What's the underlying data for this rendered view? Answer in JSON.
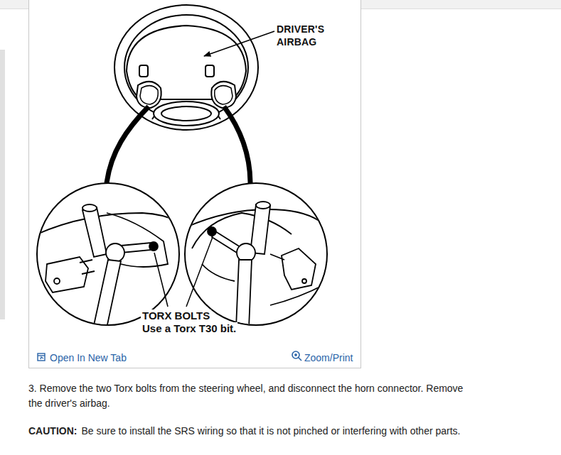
{
  "diagram": {
    "labels": [
      "DRIVER'S AIRBAG",
      "TORX BOLTS",
      "Use a Torx T30 bit.",
      "Open In New Tab",
      "Zoom/Print",
      " 3. Remove the two Torx bolts from the steering wheel, and disconnect the horn connector. Remove the driver's airbag.",
      "CAUTION:",
      "Be sure to install the SRS wiring so that it is not pinched or interfering with other parts."
    ]
  }
}
